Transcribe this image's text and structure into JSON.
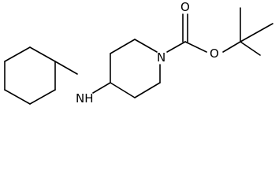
{
  "molecule": {
    "atoms": {
      "amine_nitrogen": "NH",
      "ring_nitrogen": "N",
      "carbonyl_oxygen": "O",
      "ester_oxygen": "O"
    },
    "colors": {
      "bond": "#000000",
      "label": "#000000",
      "background": "#ffffff"
    }
  }
}
